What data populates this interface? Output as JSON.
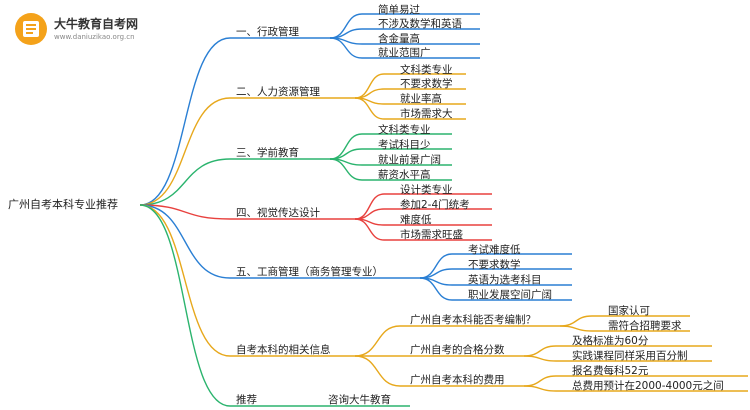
{
  "header": {
    "title": "大牛教育自考网",
    "url": "www.daniuzikao.org.cn"
  },
  "root": "广州自考本科专业推荐",
  "colors": {
    "blue": "#2a7fd4",
    "orange": "#e7a81c",
    "green": "#2bb46e",
    "red": "#e8413e"
  },
  "branches": [
    {
      "label": "一、行政管理",
      "color": "blue",
      "children": [
        "简单易过",
        "不涉及数学和英语",
        "含金量高",
        "就业范围广"
      ]
    },
    {
      "label": "二、人力资源管理",
      "color": "orange",
      "children": [
        "文科类专业",
        "不要求数学",
        "就业率高",
        "市场需求大"
      ]
    },
    {
      "label": "三、学前教育",
      "color": "green",
      "children": [
        "文科类专业",
        "考试科目少",
        "就业前景广阔",
        "薪资水平高"
      ]
    },
    {
      "label": "四、视觉传达设计",
      "color": "red",
      "children": [
        "设计类专业",
        "参加2-4门统考",
        "难度低",
        "市场需求旺盛"
      ]
    },
    {
      "label": "五、工商管理（商务管理专业）",
      "color": "blue",
      "children": [
        "考试难度低",
        "不要求数学",
        "英语为选考科目",
        "职业发展空间广阔"
      ]
    },
    {
      "label": "自考本科的相关信息",
      "color": "orange",
      "subs": [
        {
          "label": "广州自考本科能否考编制？",
          "children": [
            "国家认可",
            "需符合招聘要求"
          ]
        },
        {
          "label": "广州自考的合格分数",
          "children": [
            "及格标准为60分",
            "实践课程同样采用百分制"
          ]
        },
        {
          "label": "广州自考本科的费用",
          "children": [
            "报名费每科52元",
            "总费用预计在2000-4000元之间"
          ]
        }
      ]
    },
    {
      "label": "推荐",
      "color": "green",
      "children": [
        "咨询大牛教育"
      ]
    }
  ]
}
